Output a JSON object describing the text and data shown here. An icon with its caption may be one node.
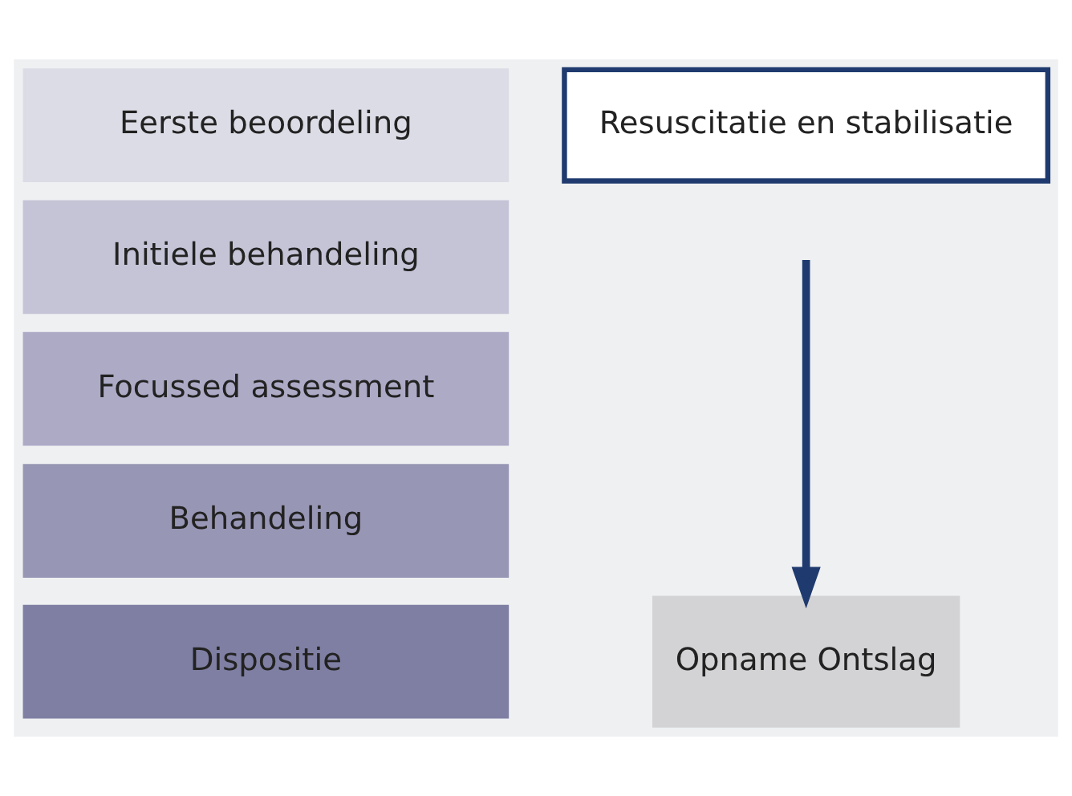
{
  "diagram": {
    "nodes": [
      {
        "text": [
          "Eerste beoordeling"
        ]
      },
      {
        "text": [
          "Initiele behandeling"
        ]
      },
      {
        "text": [
          "Focussed assessment"
        ]
      },
      {
        "text": [
          "Behandeling"
        ]
      },
      {
        "text": [
          "Dispositie"
        ]
      },
      {
        "text": [
          "Resuscitatie en stabilisatie"
        ]
      },
      {
        "text": [
          "Opname Ontslag"
        ]
      }
    ],
    "edges": [
      {
        "from": null,
        "to": 6,
        "arrow": "to"
      }
    ]
  }
}
